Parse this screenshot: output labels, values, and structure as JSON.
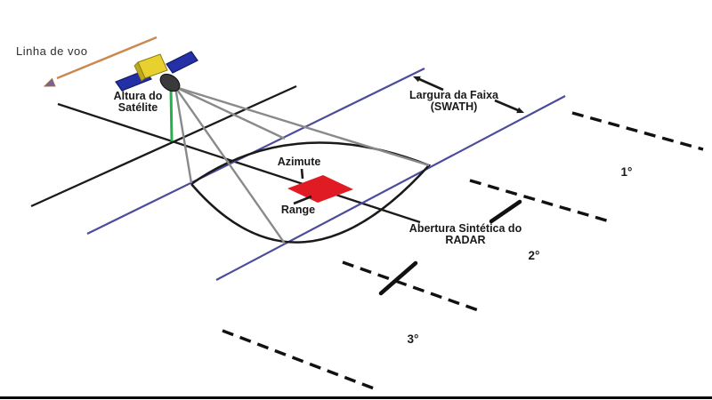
{
  "diagram": {
    "subject": "SAR imaging geometry diagram (Portuguese)",
    "labels": {
      "flight_line": "Linha de voo",
      "satellite_height_line1": "Altura do",
      "satellite_height_line2": "Satélite",
      "azimuth": "Azimute",
      "range": "Range",
      "swath_line1": "Largura da Faixa",
      "swath_line2": "(SWATH)",
      "synthetic_aperture_line1": "Abertura Sintética do",
      "synthetic_aperture_line2": "RADAR",
      "position_1": "1°",
      "position_2": "2°",
      "position_3": "3°"
    },
    "colors": {
      "swath_line_blue": "#4c4c9c",
      "beam_gray": "#8a8a8a",
      "nadir_green": "#22b14c",
      "resolution_cell_red": "#e01b24",
      "flight_arrow_orange": "#c98a52",
      "flight_arrowhead_purple": "#7a5f9e",
      "solar_panel_blue": "#2430a6",
      "satellite_body_yellow": "#e8d12e",
      "line_black": "#1a1a1a"
    },
    "icons": [
      "satellite-icon",
      "flight-direction-arrow-icon",
      "swath-pointer-arrow-icon"
    ]
  }
}
